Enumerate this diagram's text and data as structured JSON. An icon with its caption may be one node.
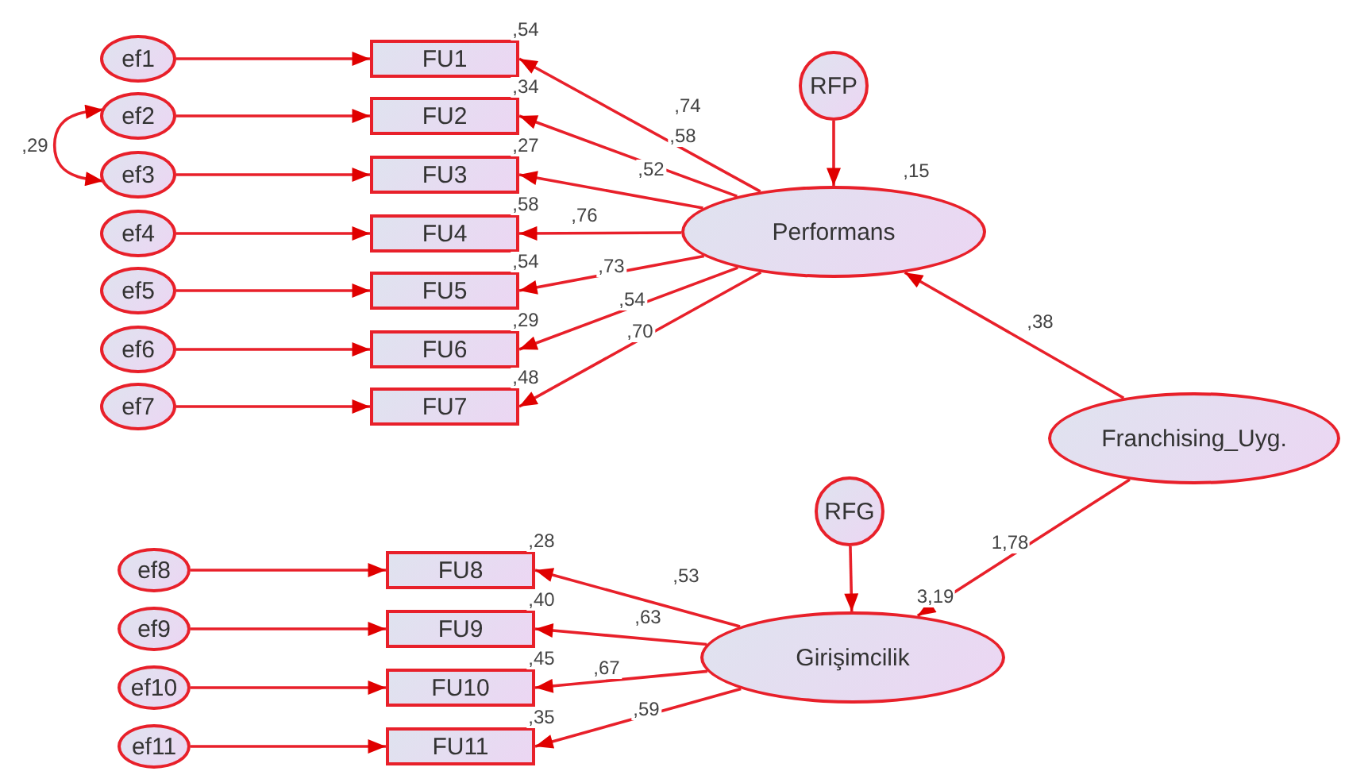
{
  "diagram": {
    "nodes": [
      {
        "text": [
          "ef1"
        ]
      },
      {
        "text": [
          "ef2"
        ]
      },
      {
        "text": [
          "ef3"
        ]
      },
      {
        "text": [
          "ef4"
        ]
      },
      {
        "text": [
          "ef5"
        ]
      },
      {
        "text": [
          "ef6"
        ]
      },
      {
        "text": [
          "ef7"
        ]
      },
      {
        "text": [
          "FU1"
        ],
        "beside": [
          ",54"
        ]
      },
      {
        "text": [
          "FU2"
        ],
        "beside": [
          ",34"
        ]
      },
      {
        "text": [
          "FU3"
        ],
        "beside": [
          ",27"
        ]
      },
      {
        "text": [
          "FU4"
        ],
        "beside": [
          ",58"
        ]
      },
      {
        "text": [
          "FU5"
        ],
        "beside": [
          ",54"
        ]
      },
      {
        "text": [
          "FU6"
        ],
        "beside": [
          ",29"
        ]
      },
      {
        "text": [
          "FU7"
        ],
        "beside": [
          ",48"
        ]
      },
      {
        "text": [
          "RFP"
        ]
      },
      {
        "text": [
          "Performans"
        ],
        "beside": [
          ",15"
        ]
      },
      {
        "text": [
          "Franchising_Uyg."
        ]
      },
      {
        "text": [
          "ef8"
        ]
      },
      {
        "text": [
          "ef9"
        ]
      },
      {
        "text": [
          "ef10"
        ]
      },
      {
        "text": [
          "ef11"
        ]
      },
      {
        "text": [
          "FU8"
        ],
        "beside": [
          ",28"
        ]
      },
      {
        "text": [
          "FU9"
        ],
        "beside": [
          ",40"
        ]
      },
      {
        "text": [
          "FU10"
        ],
        "beside": [
          ",45"
        ]
      },
      {
        "text": [
          "FU11"
        ],
        "beside": [
          ",35"
        ]
      },
      {
        "text": [
          "RFG"
        ]
      },
      {
        "text": [
          "Girişimcilik"
        ],
        "beside": [
          "3,19"
        ]
      }
    ],
    "edges": [
      {
        "from": 0,
        "to": 7,
        "arrow": "to"
      },
      {
        "from": 1,
        "to": 8,
        "arrow": "to"
      },
      {
        "from": 2,
        "to": 9,
        "arrow": "to"
      },
      {
        "from": 3,
        "to": 10,
        "arrow": "to"
      },
      {
        "from": 4,
        "to": 11,
        "arrow": "to"
      },
      {
        "from": 5,
        "to": 12,
        "arrow": "to"
      },
      {
        "from": 6,
        "to": 13,
        "arrow": "to"
      },
      {
        "from": 1,
        "to": 2,
        "arrow": "both",
        "label": ",29"
      },
      {
        "from": 15,
        "to": 7,
        "arrow": "to",
        "label": ",74"
      },
      {
        "from": 15,
        "to": 8,
        "arrow": "to",
        "label": ",58"
      },
      {
        "from": 15,
        "to": 9,
        "arrow": "to",
        "label": ",52"
      },
      {
        "from": 15,
        "to": 10,
        "arrow": "to",
        "label": ",76"
      },
      {
        "from": 15,
        "to": 11,
        "arrow": "to",
        "label": ",73"
      },
      {
        "from": 15,
        "to": 12,
        "arrow": "to",
        "label": ",54"
      },
      {
        "from": 15,
        "to": 13,
        "arrow": "to",
        "label": ",70"
      },
      {
        "from": 14,
        "to": 15,
        "arrow": "to"
      },
      {
        "from": 16,
        "to": 15,
        "arrow": "to",
        "label": ",38"
      },
      {
        "from": 16,
        "to": 26,
        "arrow": "to",
        "label": "1,78"
      },
      {
        "from": 17,
        "to": 21,
        "arrow": "to"
      },
      {
        "from": 18,
        "to": 22,
        "arrow": "to"
      },
      {
        "from": 19,
        "to": 23,
        "arrow": "to"
      },
      {
        "from": 20,
        "to": 24,
        "arrow": "to"
      },
      {
        "from": 25,
        "to": 26,
        "arrow": "to"
      },
      {
        "from": 26,
        "to": 21,
        "arrow": "to",
        "label": ",53"
      },
      {
        "from": 26,
        "to": 22,
        "arrow": "to",
        "label": ",63"
      },
      {
        "from": 26,
        "to": 23,
        "arrow": "to",
        "label": ",67"
      },
      {
        "from": 26,
        "to": 24,
        "arrow": "to",
        "label": ",59"
      }
    ]
  }
}
